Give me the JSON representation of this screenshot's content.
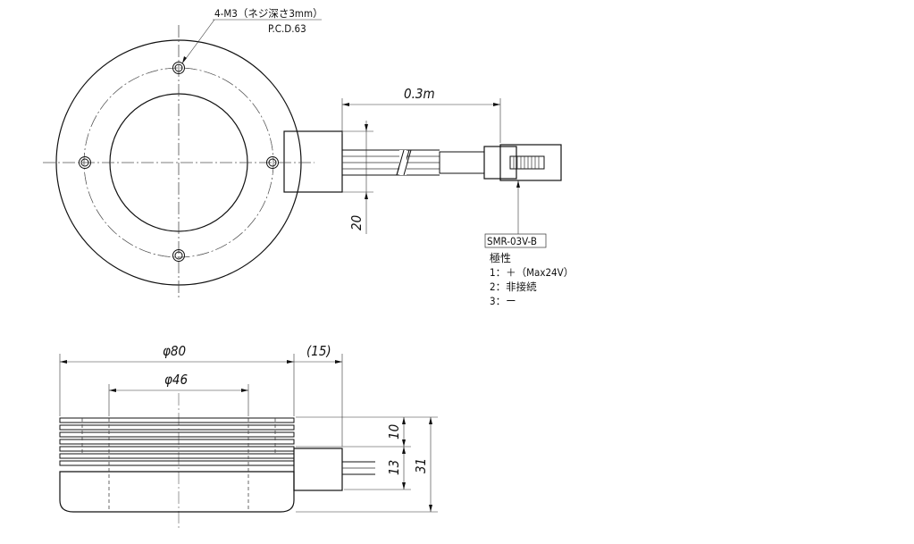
{
  "top_view": {
    "callout_holes": "4-M3（ネジ深さ3mm）",
    "callout_pcd": "P.C.D.63",
    "cable_length": "0.3m",
    "cable_height": "20",
    "connector": "SMR-03V-B"
  },
  "polarity": {
    "title": "極性",
    "items": [
      "1：＋（Max24V）",
      "2：非接続",
      "3：ー"
    ]
  },
  "side_view": {
    "outer_diameter": "φ80",
    "inner_diameter": "φ46",
    "cable_box": "(15)",
    "dim_upper": "10",
    "dim_lower": "13",
    "dim_total": "31"
  }
}
